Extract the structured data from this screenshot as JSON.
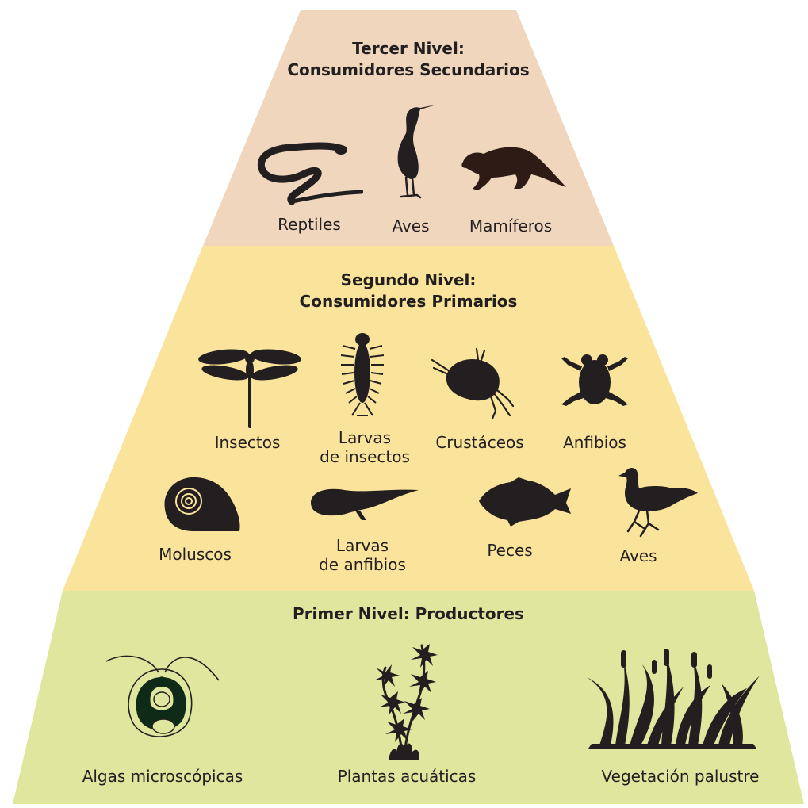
{
  "colors": {
    "tier3": "#efd6bd",
    "tier2": "#fae39a",
    "tier1": "#dfe69d",
    "silhouette": "#231f20",
    "mammal": "#2e1b16",
    "alga_chloroplast": "#0f2a17"
  },
  "tier3": {
    "title_line1": "Tercer Nivel:",
    "title_line2": "Consumidores Secundarios",
    "items": [
      {
        "label": "Reptiles",
        "icon": "snake-icon"
      },
      {
        "label": "Aves",
        "icon": "heron-icon"
      },
      {
        "label": "Mamíferos",
        "icon": "otter-icon"
      }
    ]
  },
  "tier2": {
    "title_line1": "Segundo Nivel:",
    "title_line2": "Consumidores Primarios",
    "items": [
      {
        "label": "Insectos",
        "icon": "dragonfly-icon"
      },
      {
        "label_line1": "Larvas",
        "label_line2": "de insectos",
        "icon": "insect-larva-icon"
      },
      {
        "label": "Crustáceos",
        "icon": "crustacean-icon"
      },
      {
        "label": "Anfibios",
        "icon": "frog-icon"
      },
      {
        "label": "Moluscos",
        "icon": "snail-shell-icon"
      },
      {
        "label_line1": "Larvas",
        "label_line2": "de anfibios",
        "icon": "tadpole-icon"
      },
      {
        "label": "Peces",
        "icon": "fish-icon"
      },
      {
        "label": "Aves",
        "icon": "waterbird-icon"
      }
    ]
  },
  "tier1": {
    "title": "Primer Nivel: Productores",
    "items": [
      {
        "label": "Algas microscópicas",
        "icon": "microalga-icon"
      },
      {
        "label": "Plantas acuáticas",
        "icon": "aquatic-plant-icon"
      },
      {
        "label": "Vegetación palustre",
        "icon": "marsh-vegetation-icon"
      }
    ]
  }
}
